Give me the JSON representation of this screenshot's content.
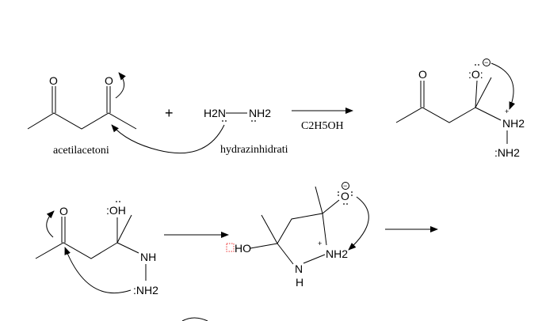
{
  "reactants": {
    "acetylacetone_label": "acetilacetoni",
    "hydrazine_label": "hydrazinhidrati",
    "plus": "+",
    "hydrazine_left": "H2N",
    "hydrazine_right": "NH2",
    "carbonyl_o": "O"
  },
  "conditions": {
    "solvent": "C2H5OH"
  },
  "intermediate1": {
    "oxygen": ":O:",
    "charge_minus": "−",
    "charge_plus": "+",
    "nh2": "NH2",
    "terminal_nh2": ":NH2",
    "carbonyl_o": "O"
  },
  "intermediate2": {
    "carbonyl_o": "O",
    "hydroxyl": ":OH",
    "nh": "NH",
    "terminal_nh2": ":NH2"
  },
  "intermediate3": {
    "ho": "HO",
    "nh2_plus": "NH2",
    "charge_plus": "+",
    "n": "N",
    "h": "H",
    "oxygen": "O",
    "charge_minus": "−"
  }
}
